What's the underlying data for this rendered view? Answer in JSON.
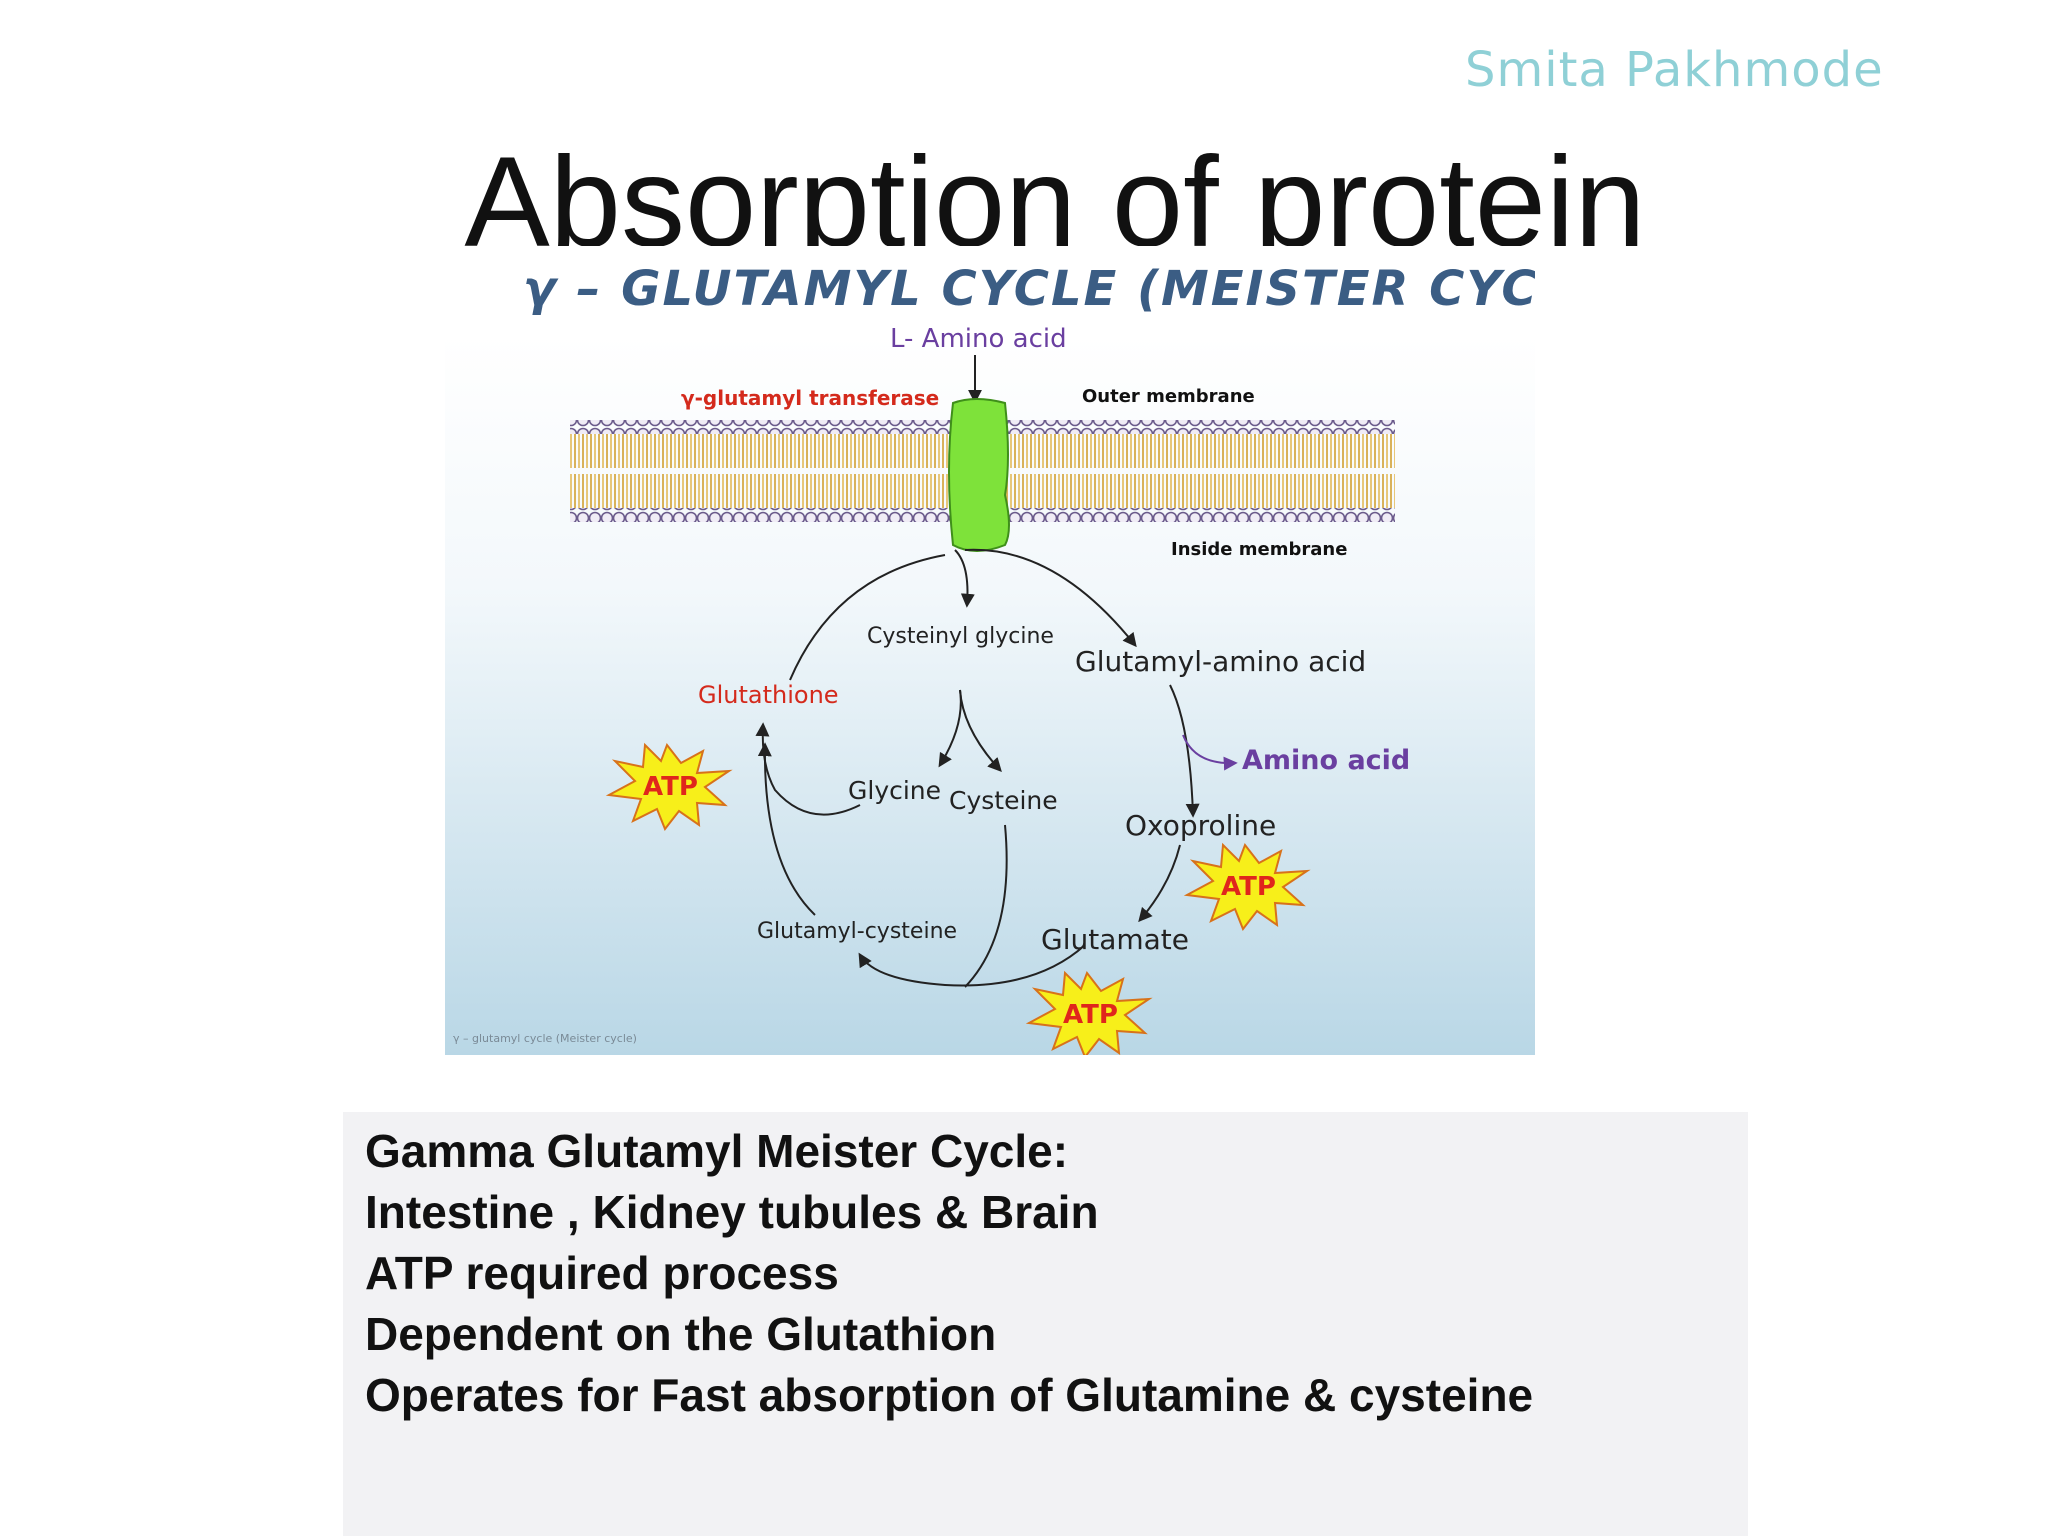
{
  "author": "Smita Pakhmode",
  "title": "Absorption of protein",
  "diagram": {
    "heading": "γ – GLUTAMYL CYCLE (MEISTER CYCLE)",
    "labels": {
      "l_amino_acid": "L- Amino acid",
      "enzyme": "γ-glutamyl transferase",
      "outer_membrane": "Outer membrane",
      "inside_membrane": "Inside membrane",
      "cysteinyl_glycine": "Cysteinyl glycine",
      "glutamyl_amino_acid": "Glutamyl-amino acid",
      "glutathione": "Glutathione",
      "amino_acid": "Amino acid",
      "glycine": "Glycine",
      "cysteine": "Cysteine",
      "oxoproline": "Oxoproline",
      "glutamyl_cysteine": "Glutamyl-cysteine",
      "glutamate": "Glutamate",
      "atp": "ATP",
      "caption": "γ – glutamyl cycle (Meister cycle)"
    },
    "colors": {
      "heading": "#3b5d84",
      "enzyme": "#d42a1c",
      "glutathione": "#d42a1c",
      "amino_acid": "#6a3fa0",
      "carrier": "#7ee23a",
      "atp_fill": "#f7ef1a",
      "atp_text": "#e0261c"
    }
  },
  "points": [
    "Gamma Glutamyl Meister Cycle:",
    "Intestine , Kidney tubules & Brain",
    "ATP required process",
    "Dependent  on the Glutathion",
    "Operates for Fast absorption of Glutamine & cysteine"
  ]
}
